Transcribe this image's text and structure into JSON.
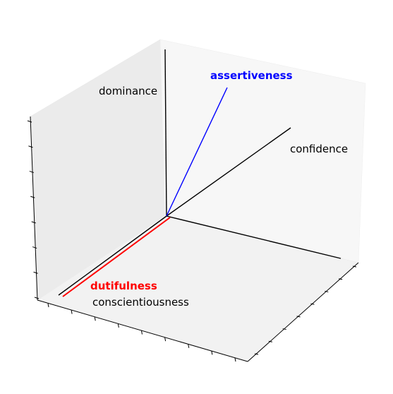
{
  "chart_data": {
    "type": "3d-vectors",
    "title": "",
    "xlabel": "",
    "ylabel": "",
    "zlabel": "",
    "tick_labels": "none",
    "grid": false,
    "series": [
      {
        "name": "dominance",
        "color": "#000000",
        "label_bold": false
      },
      {
        "name": "confidence",
        "color": "#000000",
        "label_bold": false
      },
      {
        "name": "conscientiousness",
        "color": "#000000",
        "label_bold": false
      },
      {
        "name": "assertiveness",
        "color": "#0000ff",
        "label_bold": true
      },
      {
        "name": "dutifulness",
        "color": "#ff0000",
        "label_bold": true
      }
    ],
    "colors": {
      "pane_left": "#ebebeb",
      "pane_back": "#f7f7f7",
      "pane_floor": "#f2f2f2",
      "axis_line": "#000000"
    }
  }
}
